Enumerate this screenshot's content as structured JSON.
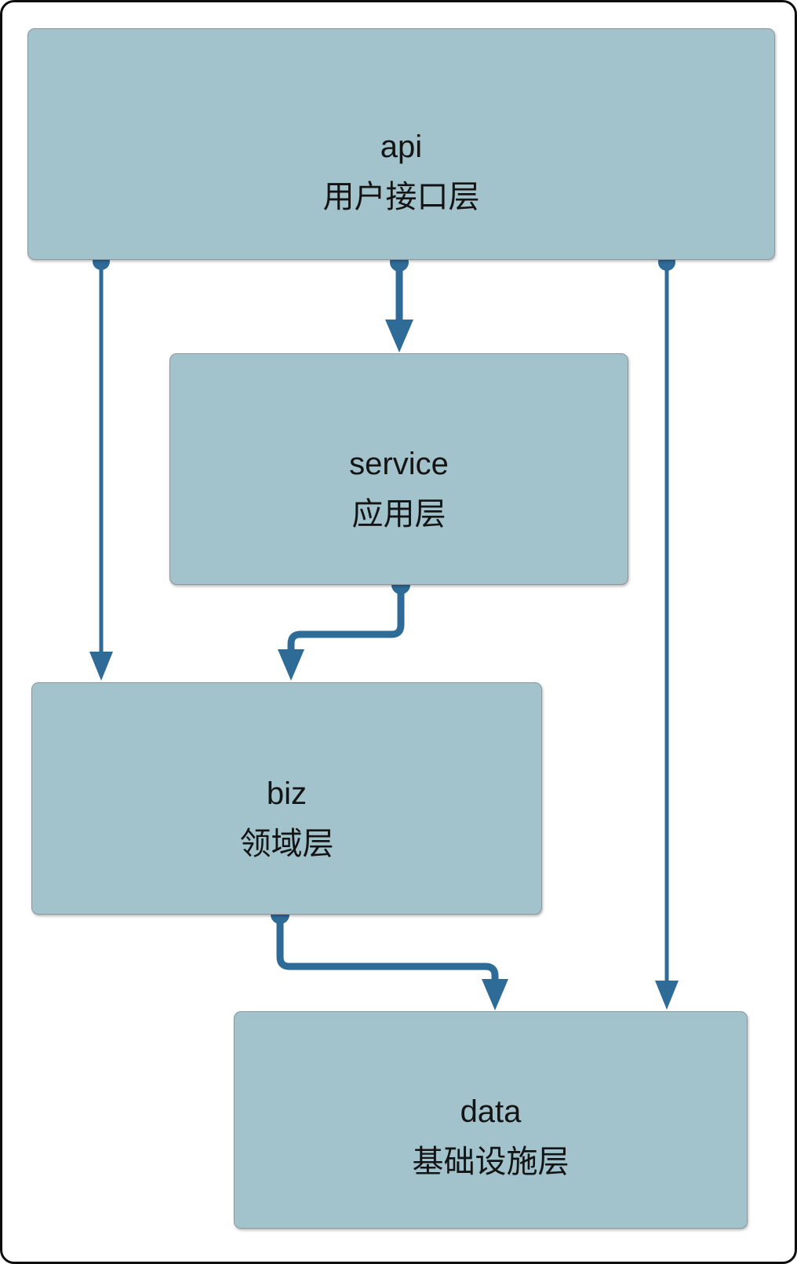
{
  "diagram": {
    "type": "layered-architecture",
    "nodes": [
      {
        "id": "api",
        "name": "api",
        "label_zh": "用户接口层"
      },
      {
        "id": "service",
        "name": "service",
        "label_zh": "应用层"
      },
      {
        "id": "biz",
        "name": "biz",
        "label_zh": "领域层"
      },
      {
        "id": "data",
        "name": "data",
        "label_zh": "基础设施层"
      }
    ],
    "edges": [
      {
        "from": "api",
        "to": "service",
        "style": "thick"
      },
      {
        "from": "api",
        "to": "biz",
        "style": "thin"
      },
      {
        "from": "api",
        "to": "data",
        "style": "thin"
      },
      {
        "from": "service",
        "to": "biz",
        "style": "thick"
      },
      {
        "from": "biz",
        "to": "data",
        "style": "thick"
      }
    ]
  },
  "colors": {
    "background": "#ffffff",
    "box_fill": "#a2c3cc",
    "box_border": "#8e989c",
    "connector": "#2e6b96",
    "text": "#141414"
  }
}
